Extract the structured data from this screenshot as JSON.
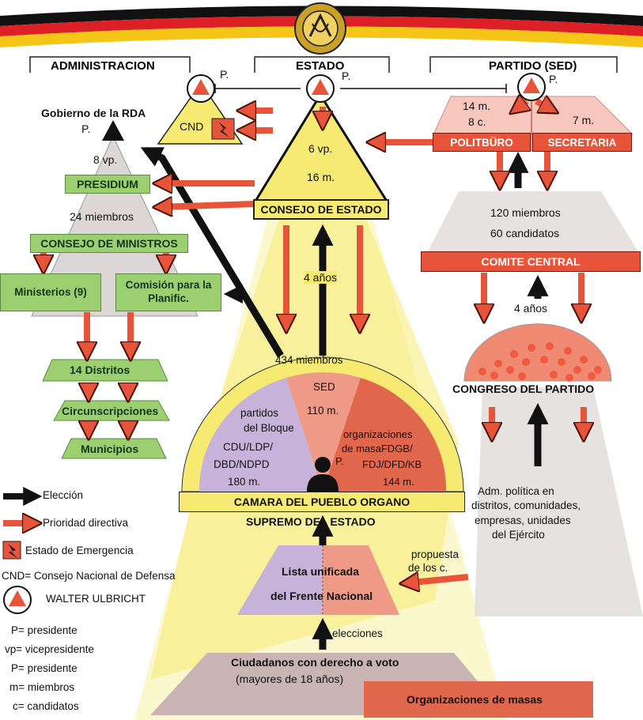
{
  "headers": {
    "administracion": "ADMINISTRACION",
    "estado": "ESTADO",
    "partido": "PARTIDO (SED)"
  },
  "administracion": {
    "gobierno": "Gobierno de la RDA",
    "p": "P.",
    "vp": "8 vp.",
    "presidium": "PRESIDIUM",
    "miembros": "24 miembros",
    "consejo_ministros": "CONSEJO DE MINISTROS",
    "ministerios": "Ministerios (9)",
    "comision": "Comisión para la Planific.",
    "distritos": "14 Distritos",
    "circunscripciones": "Circunscripciones",
    "municipios": "Municipios"
  },
  "cnd": {
    "label": "CND",
    "p": "P."
  },
  "estado": {
    "p": "P.",
    "vp": "6 vp.",
    "m": "16 m.",
    "consejo": "CONSEJO DE ESTADO",
    "anos": "4 años",
    "miembros_camara": "434 miembros",
    "bloque": [
      "partidos",
      "del Bloque",
      "CDU/LDP/",
      "DBD/NDPD",
      "180 m."
    ],
    "sed": [
      "SED",
      "110 m."
    ],
    "masas": [
      "organizaciones",
      "de masaFDGB/",
      "FDJ/DFD/KB",
      "144 m."
    ],
    "camara_p": "P.",
    "camara_1": "CAMARA DEL PUEBLO ORGANO",
    "camara_2": "SUPREMO  DEL ESTADO",
    "lista": [
      "Lista unificada",
      "del Frente Nacional"
    ],
    "propuesta": [
      "propuesta",
      "de los c."
    ],
    "elecciones": "elecciones",
    "ciudadanos": [
      "Ciudadanos con derecho a voto",
      "(mayores de 18 años)"
    ],
    "organizaciones": "Organizaciones de masas"
  },
  "partido": {
    "p": "P.",
    "m14": "14 m.",
    "c8": "8 c.",
    "m7": "7 m.",
    "politburo": "POLITBÜRO",
    "secretaria": "SECRETARIA",
    "miembros": "120 miembros",
    "candidatos": "60 candidatos",
    "comite": "COMITE CENTRAL",
    "anos": "4 años",
    "congreso": "CONGRESO DEL PARTIDO",
    "adm": [
      "Adm. política en",
      "distritos, comunidades,",
      "empresas, unidades",
      "del Ejército"
    ]
  },
  "legend": {
    "eleccion": "Elección",
    "prioridad": "Prioridad directiva",
    "emergencia": "Estado de Emergencia",
    "cnd": "CND= Consejo Nacional de Defensa",
    "walter": "WALTER ULBRICHT",
    "p1": "P= presidente",
    "vp": "vp= vicepresidente",
    "p2": "P= presidente",
    "m": "m= miembros",
    "c": "c= candidatos"
  },
  "colors": {
    "flag_black": "#111111",
    "flag_red": "#dd1f26",
    "flag_gold": "#f5c518",
    "arrow_red": "#e8543a",
    "green": "#9ccf70",
    "yellow": "#f6ea72",
    "purple": "#c7b3d9",
    "salmon": "#ef9a86",
    "coral": "#e0664c",
    "grey_pyramid": "#ddd6d6"
  }
}
